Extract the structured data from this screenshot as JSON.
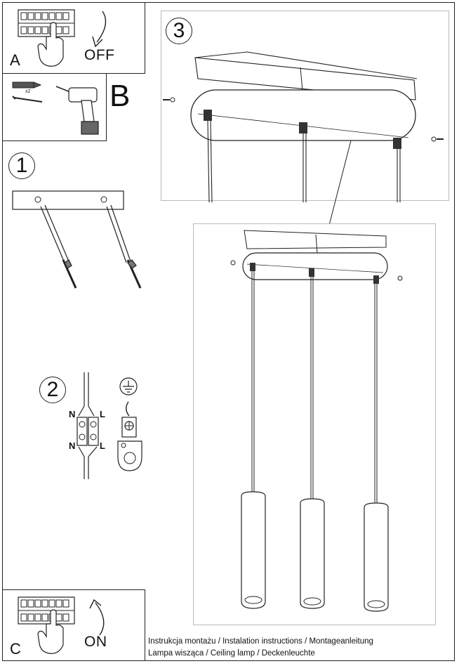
{
  "panels": {
    "a_label": "A",
    "a_word": "OFF",
    "b_label": "B",
    "b_count": "x2",
    "c_label": "C",
    "c_word": "ON"
  },
  "steps": {
    "s1": "1",
    "s2": "2",
    "s3": "3"
  },
  "wiring": {
    "n_top": "N",
    "l_top": "L",
    "n_bottom": "N",
    "l_bottom": "L"
  },
  "footer": {
    "line1": "Instrukcja montażu / Instalation instructions / Montageanleitung",
    "line2": "Lampa wisząca / Ceiling lamp / Deckenleuchte"
  }
}
